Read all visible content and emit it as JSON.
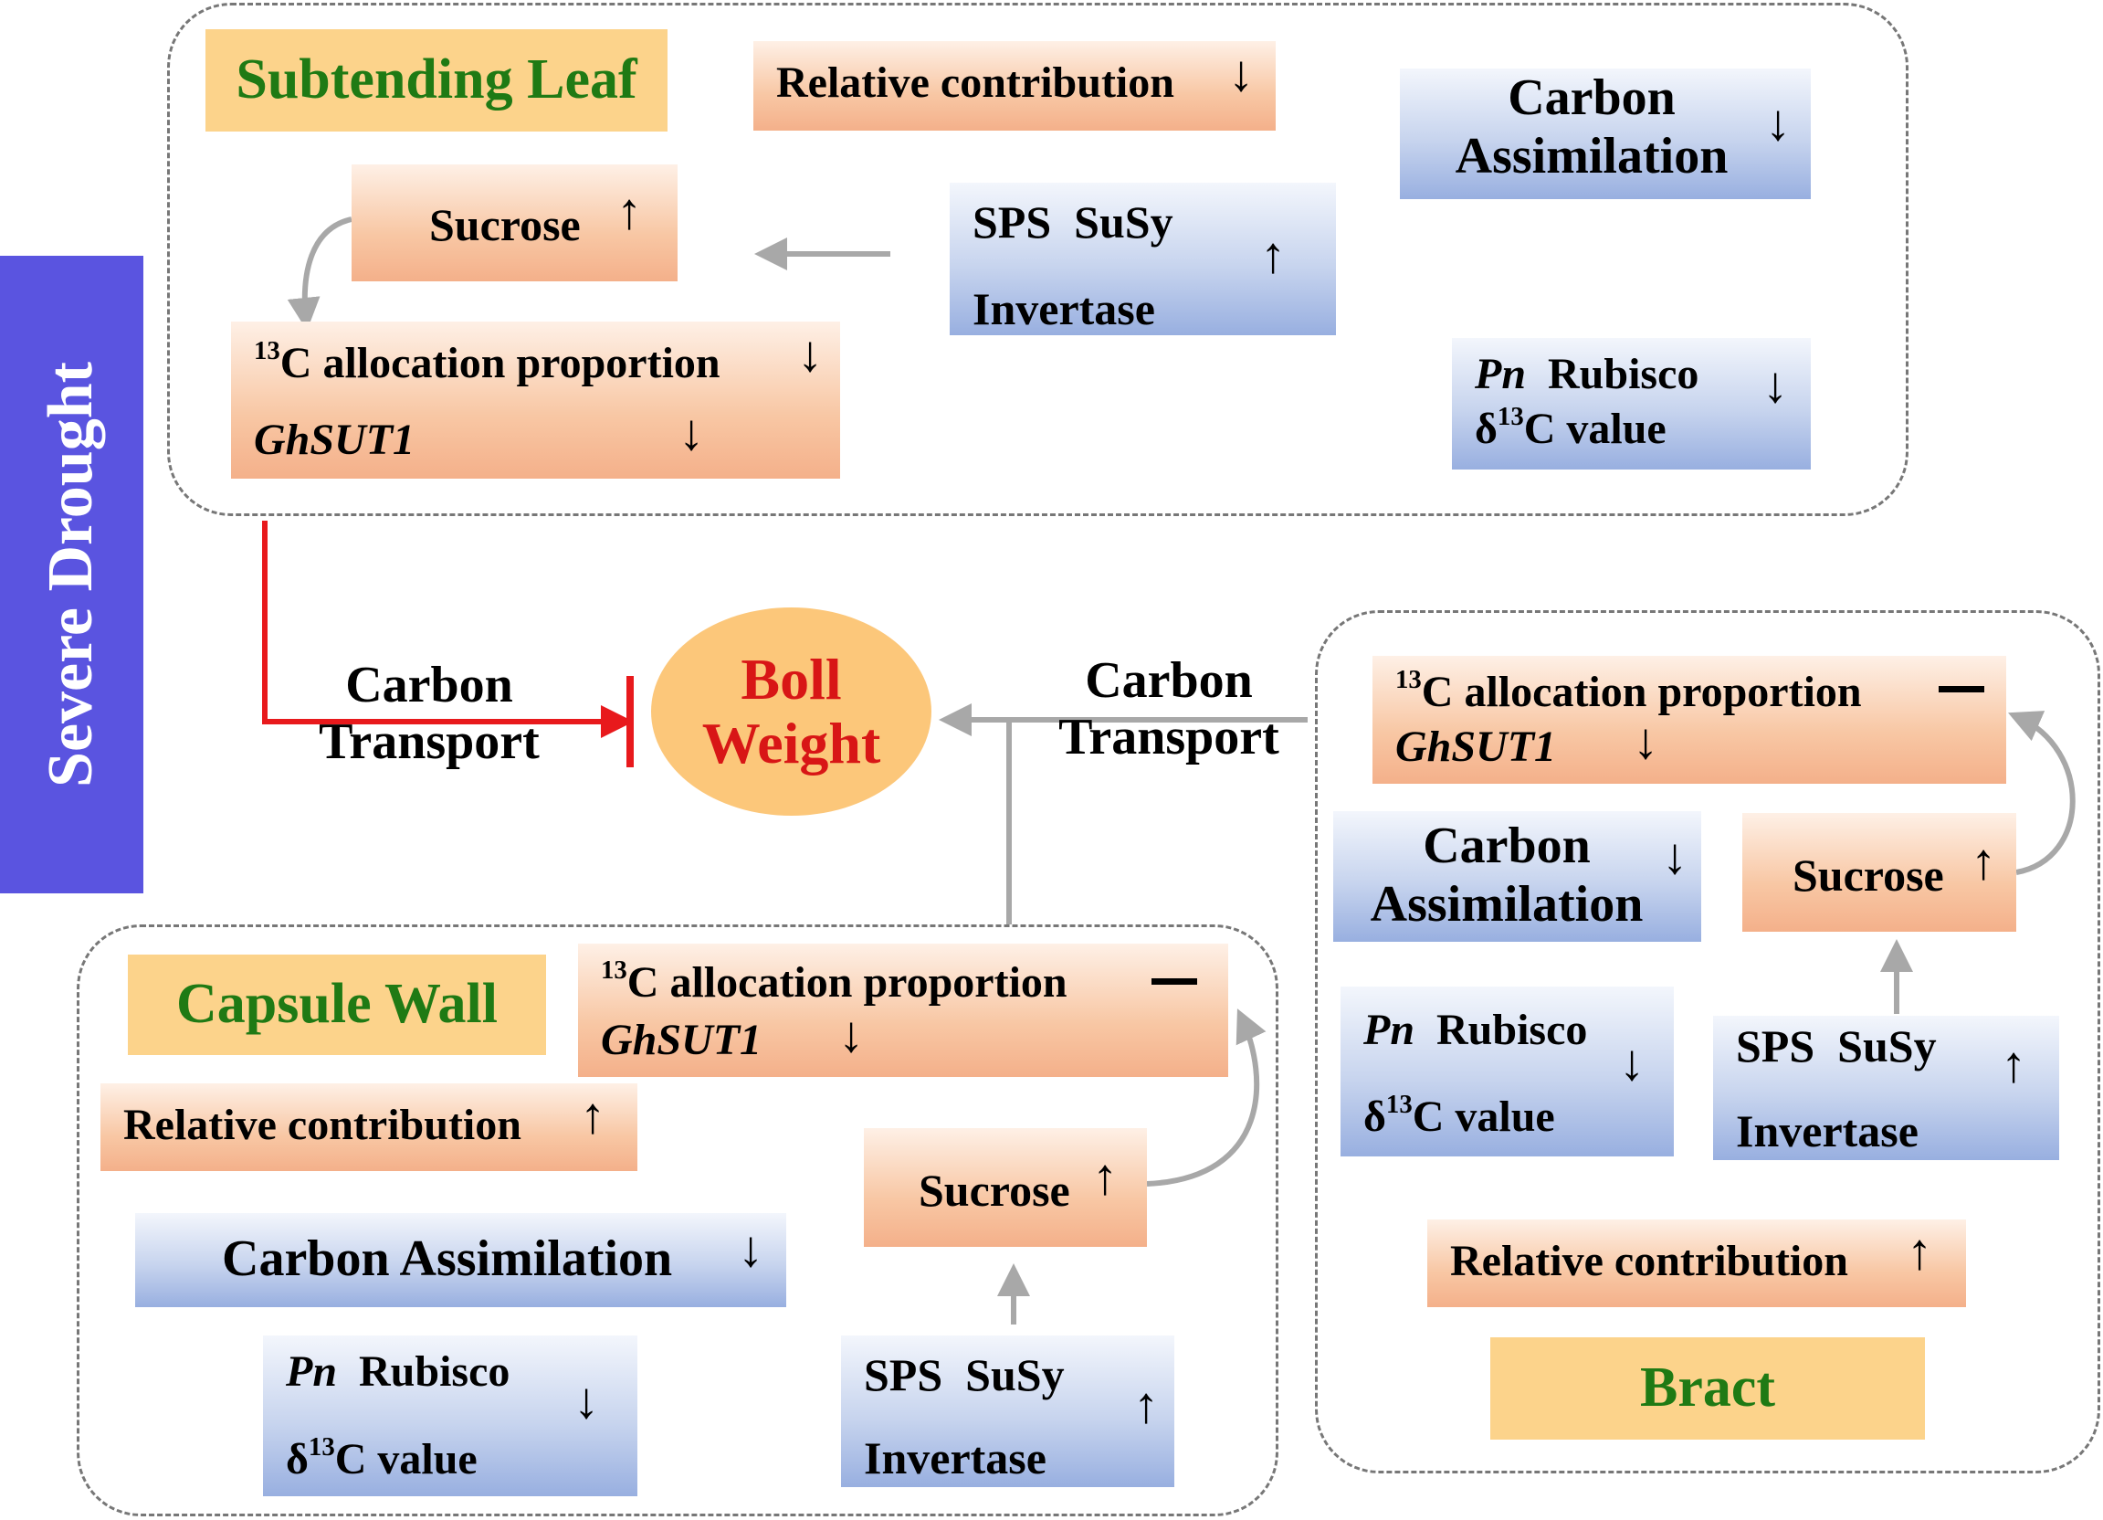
{
  "side_label": "Severe Drought",
  "center_node": {
    "line1": "Boll",
    "line2": "Weight"
  },
  "transport_left": {
    "line1": "Carbon",
    "line2": "Transport"
  },
  "transport_right": {
    "line1": "Carbon",
    "line2": "Transport"
  },
  "symbols": {
    "up": "↑",
    "down": "↓"
  },
  "subtending_leaf": {
    "title": "Subtending Leaf",
    "relative_contribution": "Relative contribution",
    "carbon_assimilation": {
      "line1": "Carbon",
      "line2": "Assimilation"
    },
    "sucrose": "Sucrose",
    "enzymes": {
      "line1": "SPS  SuSy",
      "line2": "Invertase"
    },
    "allocation": "C allocation proportion",
    "isotope_mass": "13",
    "gene": "GhSUT1",
    "pn": "Pn",
    "rubisco": "Rubisco",
    "delta": "δ",
    "delta_tail": "C value"
  },
  "capsule_wall": {
    "title": "Capsule Wall",
    "relative_contribution": "Relative contribution",
    "carbon_assimilation": "Carbon Assimilation",
    "sucrose": "Sucrose",
    "enzymes": {
      "line1": "SPS  SuSy",
      "line2": "Invertase"
    },
    "allocation": "C allocation proportion",
    "isotope_mass": "13",
    "gene": "GhSUT1",
    "pn": "Pn",
    "rubisco": "Rubisco",
    "delta": "δ",
    "delta_tail": "C value"
  },
  "bract": {
    "title": "Bract",
    "relative_contribution": "Relative contribution",
    "carbon_assimilation": {
      "line1": "Carbon",
      "line2": "Assimilation"
    },
    "sucrose": "Sucrose",
    "enzymes": {
      "line1": "SPS  SuSy",
      "line2": "Invertase"
    },
    "allocation": "C allocation proportion",
    "isotope_mass": "13",
    "gene": "GhSUT1",
    "pn": "Pn",
    "rubisco": "Rubisco",
    "delta": "δ",
    "delta_tail": "C value"
  },
  "colors": {
    "drought_bar": "#5a54e0",
    "boll": "#fcc77a",
    "boll_text": "#d81616",
    "title_fill": "#fcd38b",
    "title_text": "#1f7a14",
    "inhibit_line": "#e8191c",
    "flow_arrow": "#a8a8a8"
  }
}
